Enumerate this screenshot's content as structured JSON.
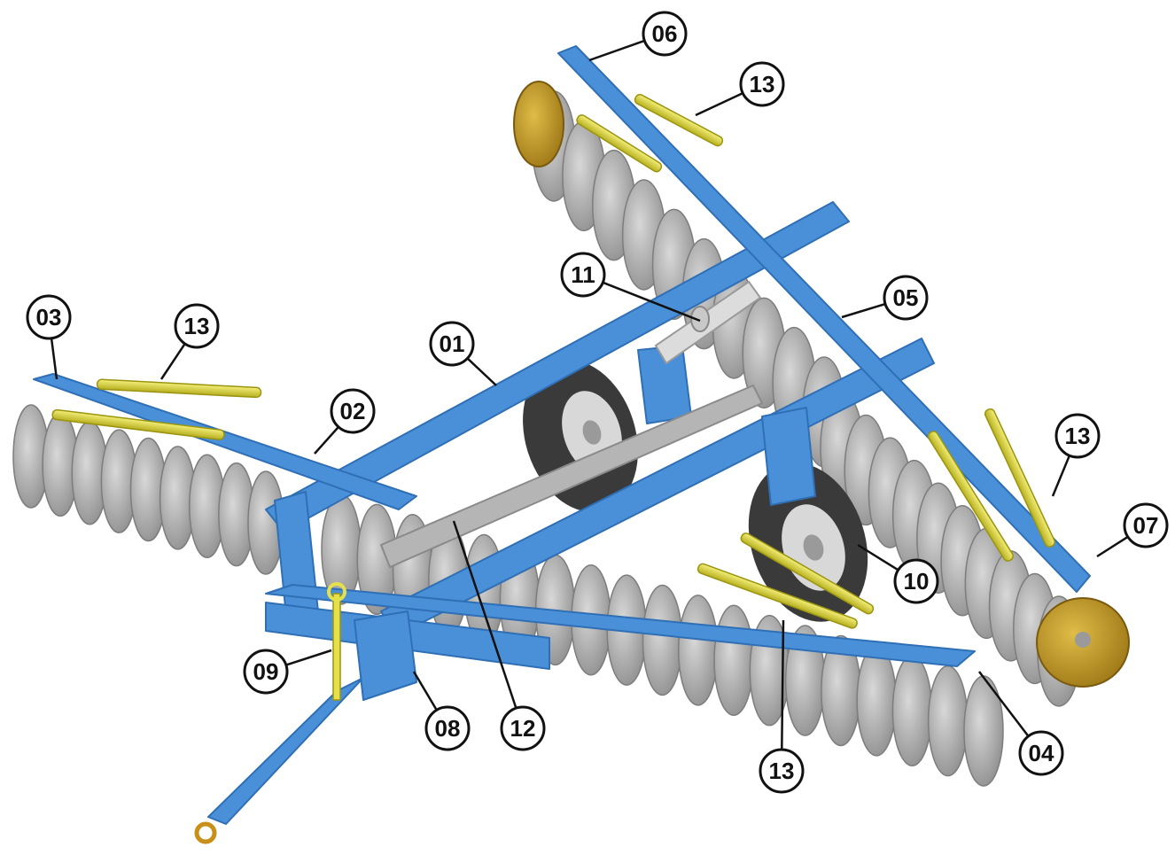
{
  "colors": {
    "frame": "#4a90d9",
    "frame_dark": "#2f6fb5",
    "disc": "#b8b8b8",
    "disc_dark": "#8c8c8c",
    "end_disc": "#c8a028",
    "spring": "#e6e04a",
    "tire": "#3a3a3a",
    "hub": "#d8d8d8",
    "bolt": "#c89018",
    "arm": "#b5b5b5",
    "cylinder": "#dcdcdc"
  },
  "callouts": {
    "c01": "01",
    "c02": "02",
    "c03": "03",
    "c04": "04",
    "c05": "05",
    "c06": "06",
    "c07": "07",
    "c08": "08",
    "c09": "09",
    "c10": "10",
    "c11": "11",
    "c12": "12",
    "c13a": "13",
    "c13b": "13",
    "c13c": "13",
    "c13d": "13"
  }
}
